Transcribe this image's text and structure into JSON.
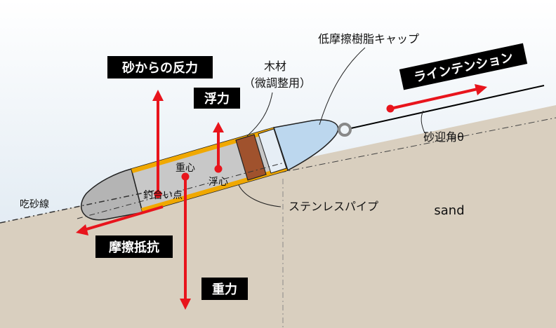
{
  "labels": {
    "sand_reaction": "砂からの反力",
    "buoyancy": "浮力",
    "wood": "木材",
    "wood_note": "（微調整用）",
    "cap": "低摩擦樹脂キャップ",
    "line_tension": "ラインテンション",
    "draft_line": "吃砂線",
    "angle": "砂迎角θ",
    "center_of_gravity": "重心",
    "center_of_buoyancy": "浮心",
    "balance_point": "釣合い点",
    "stainless_pipe": "ステンレスパイプ",
    "sand": "sand",
    "friction": "摩擦抵抗",
    "gravity": "重力"
  },
  "colors": {
    "background": "#e8f0f6",
    "sand": "#d9cfbf",
    "arrow": "#e8141c",
    "dark_label_bg": "#000000",
    "cap_fill": "#bcd7ee",
    "wood_fill": "#a0522d",
    "pipe_fill": "#c8c8c8",
    "pipe_edge": "#f0a800",
    "nose_fill": "#b4b4b4"
  }
}
